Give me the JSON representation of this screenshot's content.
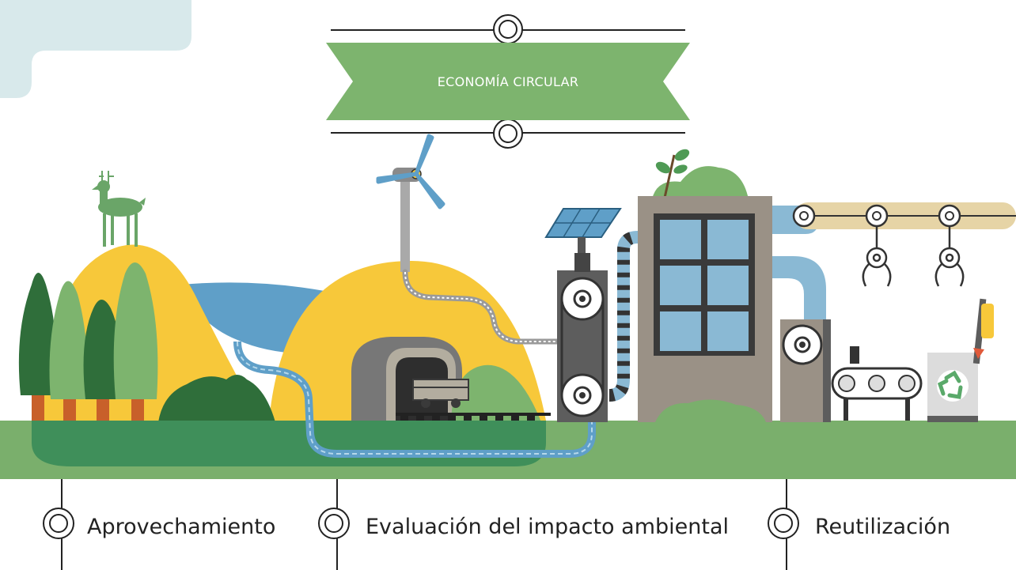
{
  "banner": {
    "title": "ECONOMÍA CIRCULAR"
  },
  "topics": [
    {
      "label": "Aprovechamiento"
    },
    {
      "label": "Evaluación del impacto ambiental"
    },
    {
      "label": "Reutilización"
    }
  ],
  "colors": {
    "banner_green": "#7db46e",
    "ground_green": "#7aaf6c",
    "dark_green": "#3f8f5a",
    "hill_yellow": "#f7c83a",
    "water_blue": "#5f9fc8",
    "factory_taupe": "#9a9186",
    "dark_gray": "#5d5d5d",
    "pipe_blue": "#8ab9d4"
  },
  "icons": [
    "deer-icon",
    "wind-turbine-icon",
    "solar-panel-icon",
    "mine-cart-icon",
    "plant-icon",
    "robotic-claw-icon",
    "recycle-icon",
    "gear-icon"
  ]
}
